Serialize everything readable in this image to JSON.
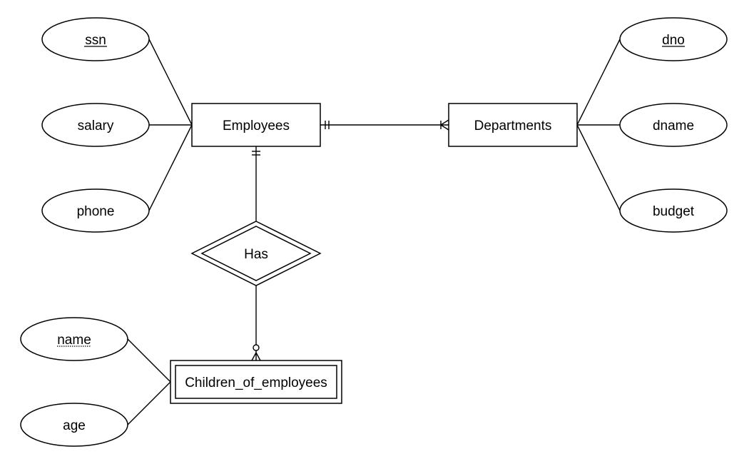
{
  "entities": {
    "employees": "Employees",
    "departments": "Departments",
    "children": "Children_of_employees"
  },
  "relationships": {
    "has": "Has"
  },
  "attributes": {
    "employees": {
      "ssn": "ssn",
      "salary": "salary",
      "phone": "phone"
    },
    "departments": {
      "dno": "dno",
      "dname": "dname",
      "budget": "budget"
    },
    "children": {
      "name": "name",
      "age": "age"
    }
  },
  "cardinality": {
    "employees_departments": {
      "employees_end": "exactly-one",
      "departments_end": "one-or-many"
    },
    "employees_has": {
      "employees_end": "exactly-one"
    },
    "has_children": {
      "children_end": "zero-or-many"
    }
  }
}
